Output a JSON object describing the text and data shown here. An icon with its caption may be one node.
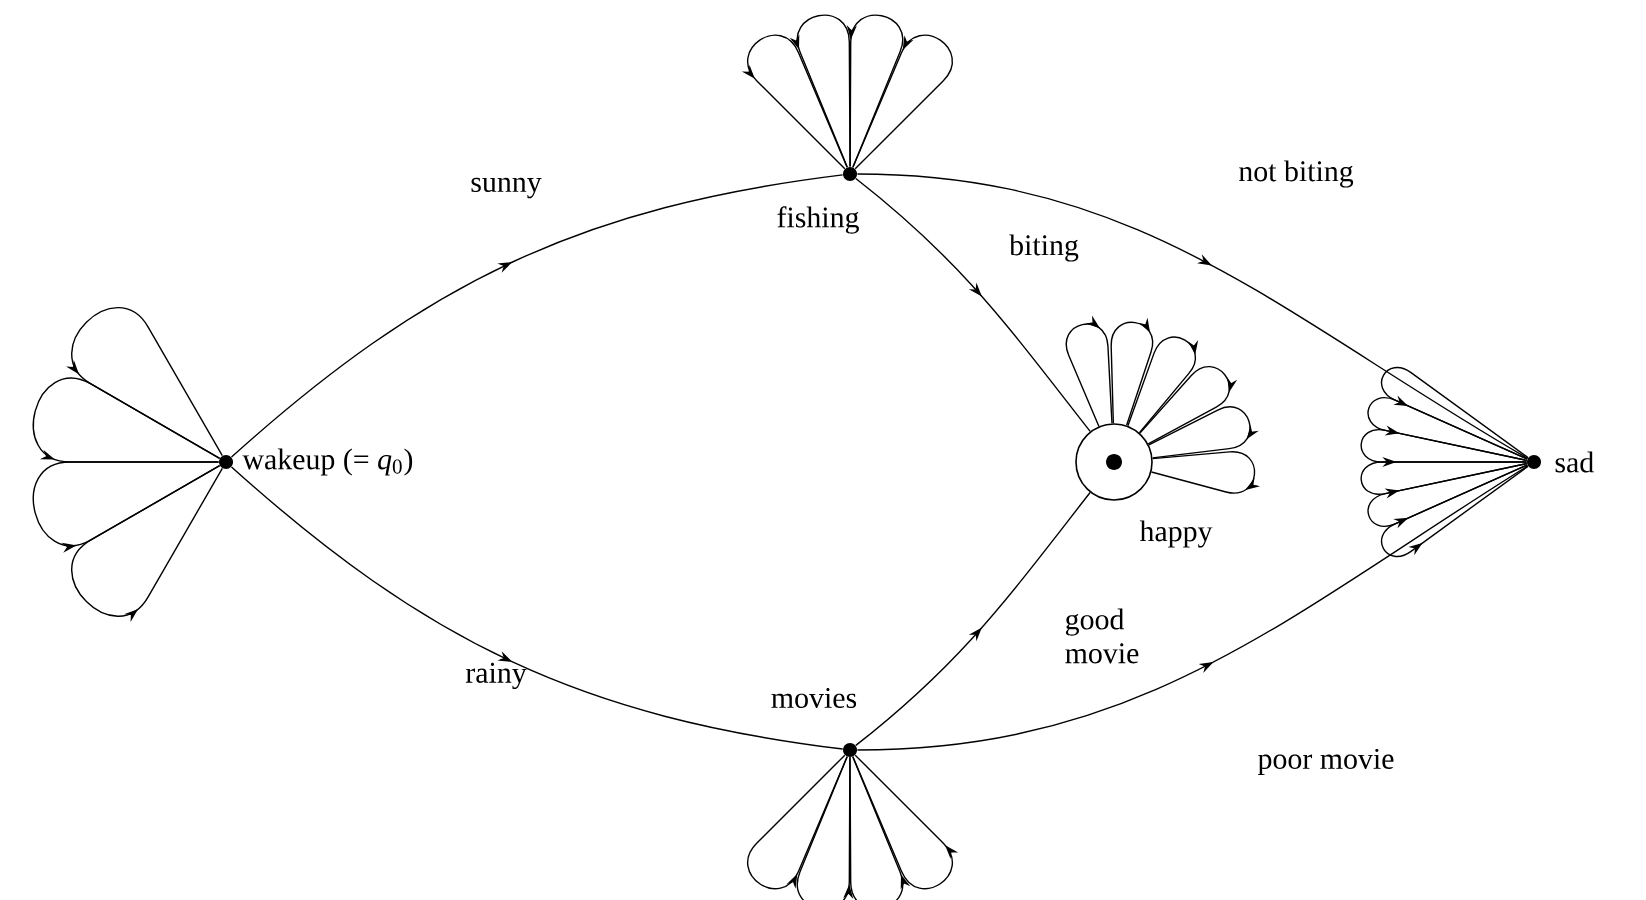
{
  "diagram": {
    "nodes": [
      {
        "text": [],
        "shape": "dot",
        "beside": [
          "wakeup (= *q*$_{0}$)"
        ]
      },
      {
        "text": [],
        "shape": "dot",
        "beside": [
          "fishing"
        ]
      },
      {
        "text": [],
        "shape": "circle",
        "beside": [
          "happy"
        ]
      },
      {
        "text": [],
        "shape": "dot",
        "beside": [
          "sad"
        ]
      },
      {
        "text": [],
        "shape": "dot",
        "beside": [
          "movies"
        ]
      }
    ],
    "edges": [
      {
        "from": 0,
        "to": 1,
        "arrow": "to",
        "label": "sunny"
      },
      {
        "from": 0,
        "to": 4,
        "arrow": "to",
        "label": "rainy"
      },
      {
        "from": 1,
        "to": 2,
        "arrow": "to",
        "label": "biting"
      },
      {
        "from": 1,
        "to": 3,
        "arrow": "to",
        "label": "not biting"
      },
      {
        "from": 4,
        "to": 2,
        "arrow": "to",
        "label": "good movie"
      },
      {
        "from": 4,
        "to": 3,
        "arrow": "to",
        "label": "poor movie"
      },
      {
        "from": 0,
        "to": 0,
        "arrow": "to"
      },
      {
        "from": 0,
        "to": 0,
        "arrow": "to"
      },
      {
        "from": 0,
        "to": 0,
        "arrow": "to"
      },
      {
        "from": 0,
        "to": 0,
        "arrow": "to"
      },
      {
        "from": 1,
        "to": 1,
        "arrow": "to"
      },
      {
        "from": 1,
        "to": 1,
        "arrow": "to"
      },
      {
        "from": 1,
        "to": 1,
        "arrow": "to"
      },
      {
        "from": 1,
        "to": 1,
        "arrow": "to"
      },
      {
        "from": 2,
        "to": 2,
        "arrow": "to"
      },
      {
        "from": 2,
        "to": 2,
        "arrow": "to"
      },
      {
        "from": 2,
        "to": 2,
        "arrow": "to"
      },
      {
        "from": 2,
        "to": 2,
        "arrow": "to"
      },
      {
        "from": 2,
        "to": 2,
        "arrow": "to"
      },
      {
        "from": 2,
        "to": 2,
        "arrow": "to"
      },
      {
        "from": 3,
        "to": 3,
        "arrow": "to"
      },
      {
        "from": 3,
        "to": 3,
        "arrow": "to"
      },
      {
        "from": 3,
        "to": 3,
        "arrow": "to"
      },
      {
        "from": 3,
        "to": 3,
        "arrow": "to"
      },
      {
        "from": 3,
        "to": 3,
        "arrow": "to"
      },
      {
        "from": 3,
        "to": 3,
        "arrow": "to"
      },
      {
        "from": 4,
        "to": 4,
        "arrow": "to"
      },
      {
        "from": 4,
        "to": 4,
        "arrow": "to"
      },
      {
        "from": 4,
        "to": 4,
        "arrow": "to"
      },
      {
        "from": 4,
        "to": 4,
        "arrow": "to"
      }
    ]
  }
}
